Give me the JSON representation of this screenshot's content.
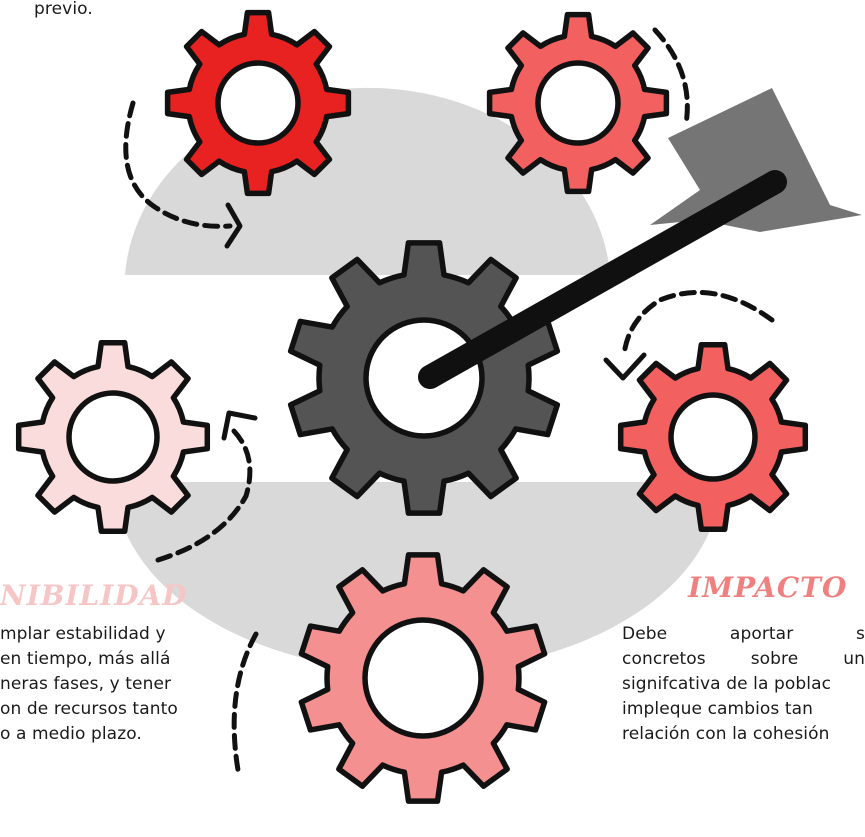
{
  "diagram": {
    "title": "",
    "intro_fragment": "previo.",
    "sustainability": {
      "heading": "NIBILIDAD",
      "lines": [
        "mplar estabilidad y",
        "en tiempo, más allá",
        "neras fases, y tener",
        "on de recursos tanto",
        "o a medio plazo."
      ]
    },
    "impact": {
      "heading": "IMPACTO",
      "line1_words": [
        "Debe",
        "aportar",
        "s"
      ],
      "line2_words": [
        "concretos",
        "sobre",
        "un"
      ],
      "lines_rest": [
        "signifcativa de la poblac",
        "impleque cambios tan",
        "relación con la cohesión"
      ]
    },
    "colors": {
      "gear_red": "#e82121",
      "gear_coral": "#f26060",
      "gear_light_pink": "#fbdcdc",
      "gear_pink": "#f49090",
      "gear_center": "#545454",
      "backdrop_gray": "#d9d9d9",
      "arrow_shaft": "#101010",
      "arrow_fletching": "#757575",
      "outline": "#111111",
      "heading_sustainability": "#f6c6c6",
      "heading_impact": "#f08080"
    },
    "icons": [
      "gear-icon",
      "dart-arrow-icon",
      "cycle-arrow-icon"
    ]
  }
}
